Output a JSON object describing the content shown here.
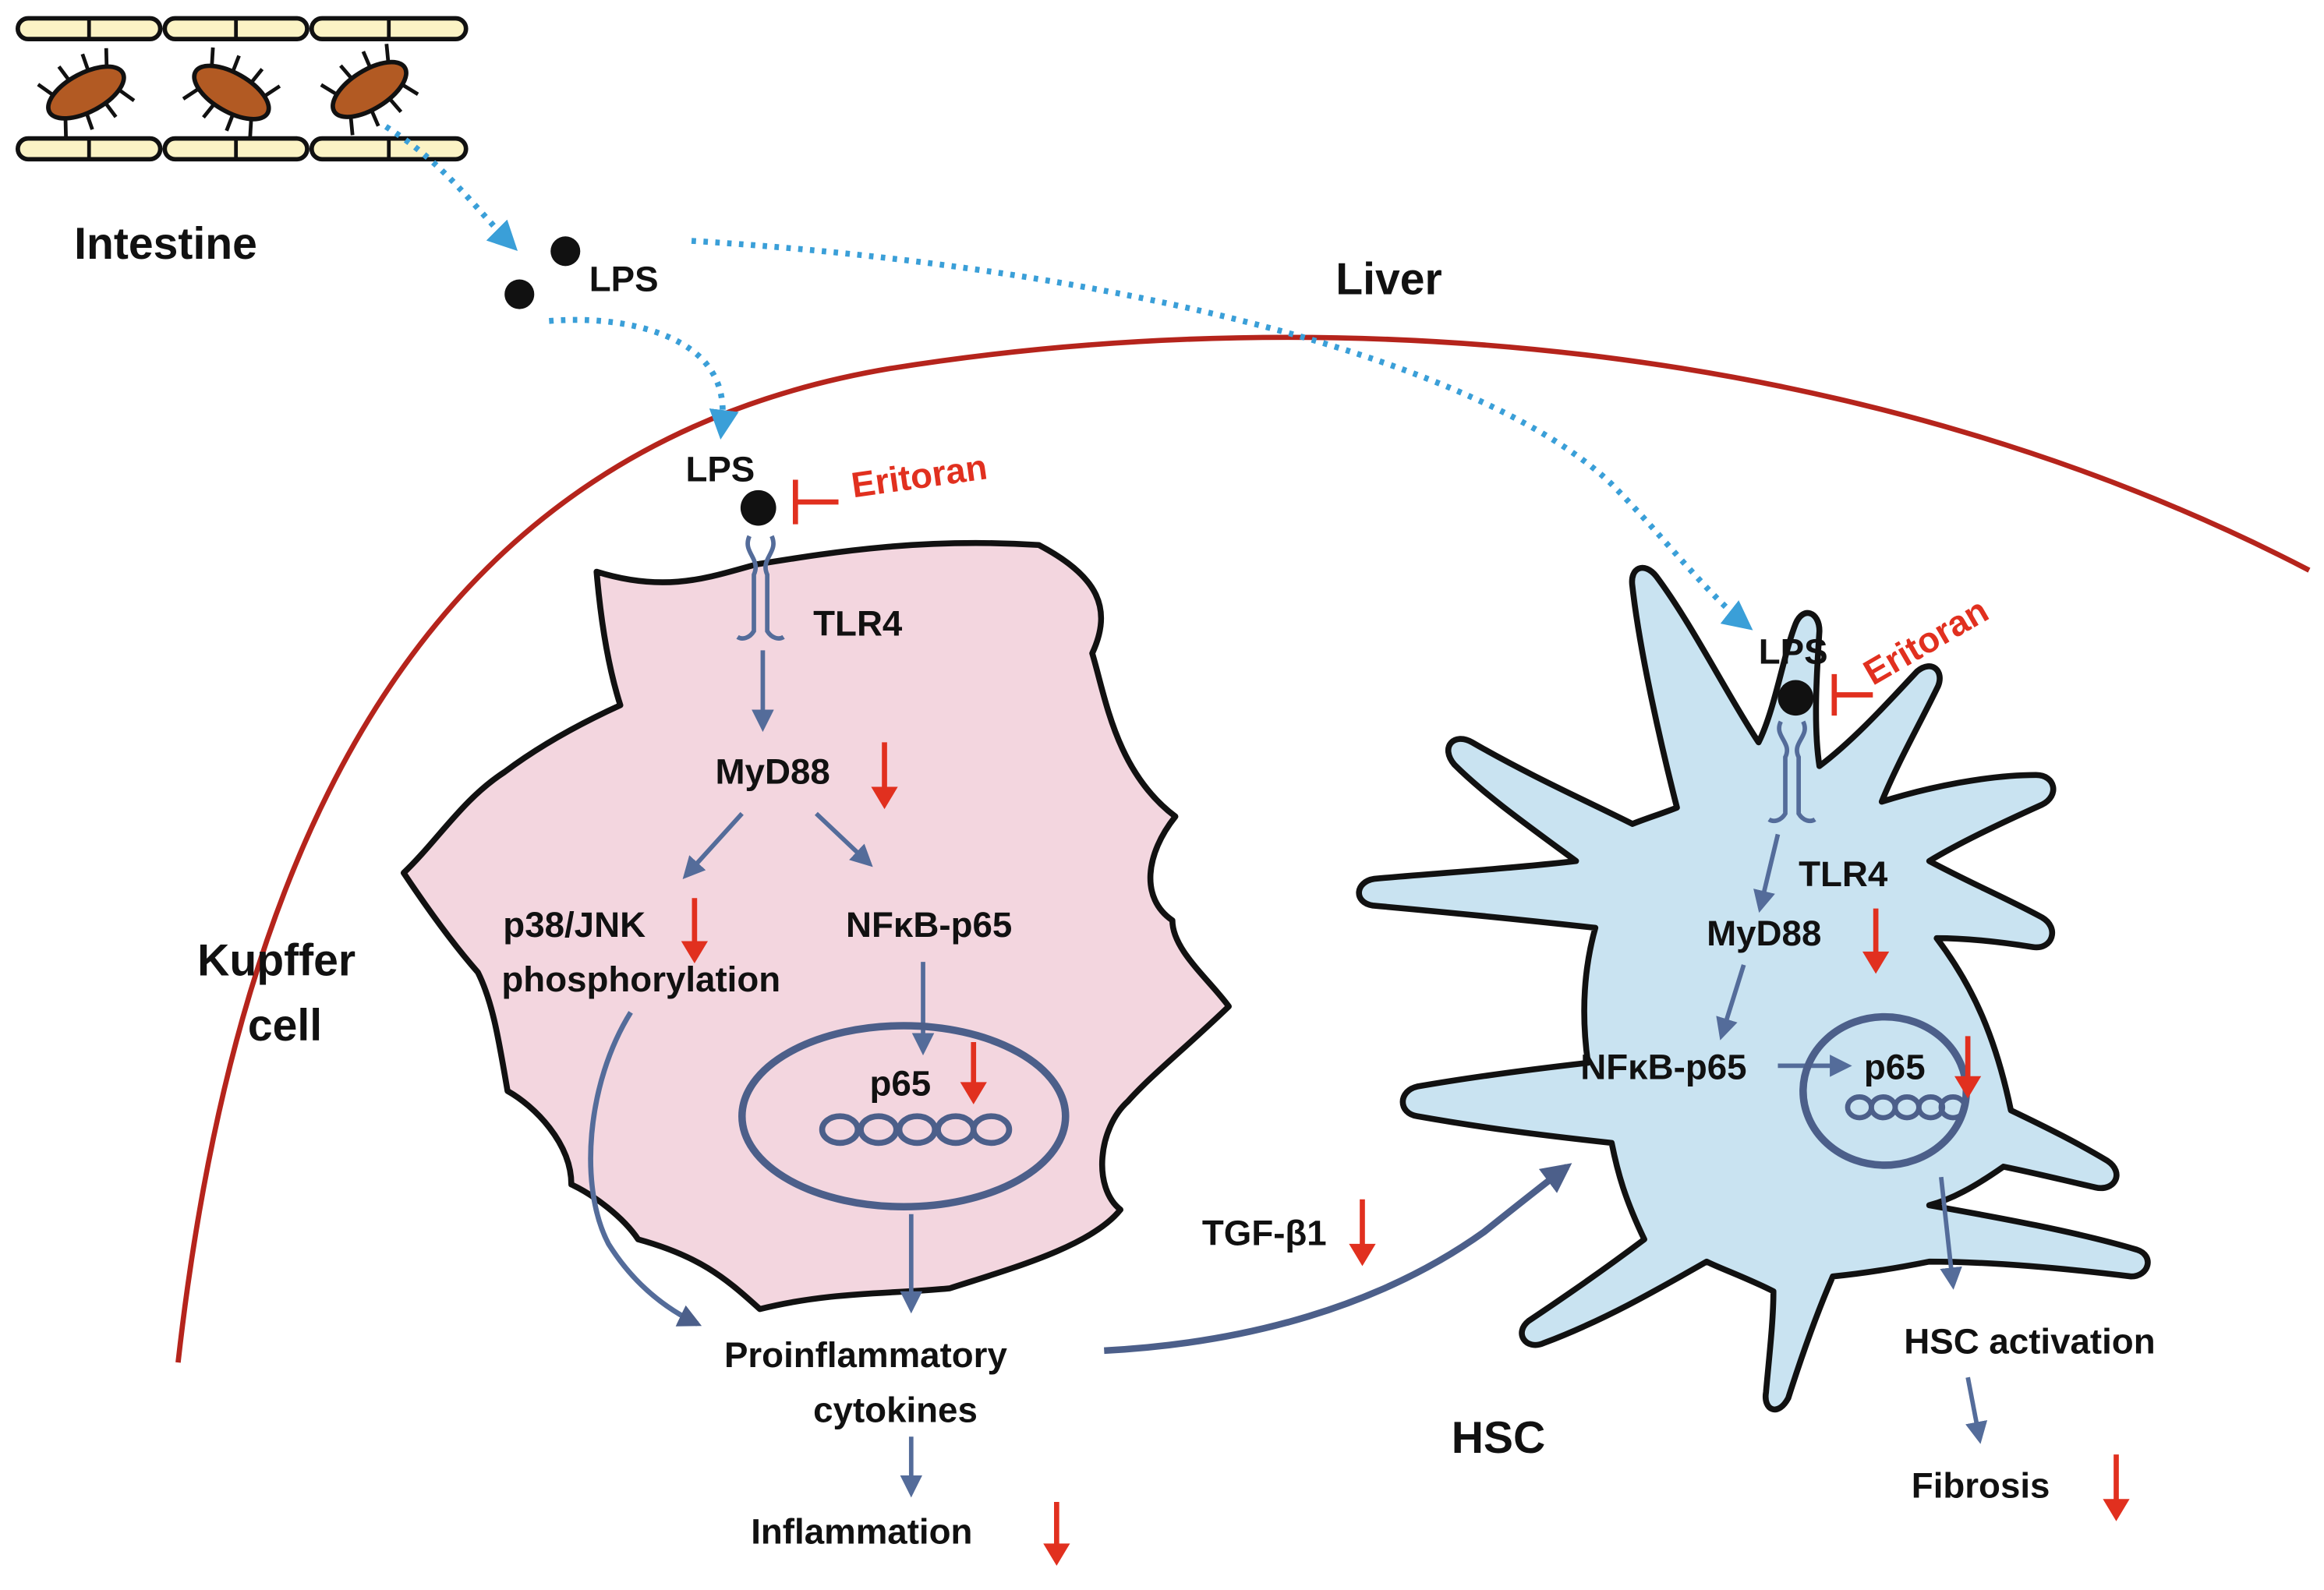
{
  "labels": {
    "intestine": "Intestine",
    "liver": "Liver",
    "lps_free": "LPS",
    "kupffer_lps": "LPS",
    "kupffer_eritoran": "Eritoran",
    "kupffer_tlr4": "TLR4",
    "kupffer_myd88": "MyD88",
    "kupffer_p38_line1": "p38/JNK",
    "kupffer_p38_line2": "phosphorylation",
    "kupffer_nfkb": "NFκB-p65",
    "kupffer_p65": "p65",
    "kupffer_cell_line1": "Kupffer",
    "kupffer_cell_line2": "cell",
    "cytokines_line1": "Proinflammatory",
    "cytokines_line2": "cytokines",
    "inflammation": "Inflammation",
    "tgf": "TGF-β1",
    "hsc_lps": "LPS",
    "hsc_eritoran": "Eritoran",
    "hsc_tlr4": "TLR4",
    "hsc_myd88": "MyD88",
    "hsc_nfkb": "NFκB-p65",
    "hsc_p65": "p65",
    "hsc": "HSC",
    "hsc_activation": "HSC activation",
    "fibrosis": "Fibrosis"
  },
  "colors": {
    "kupffer_fill": "#f3d6df",
    "hsc_fill": "#c9e3f1",
    "liver_boundary": "#b5241c",
    "pathway_arrow": "#546c9a",
    "decrease_arrow": "#e1301f",
    "inhibitor": "#e1301f",
    "lps_flow": "#3a9fd8",
    "bacteria": "#b25a23",
    "epithelium": "#fbf3c5"
  },
  "icons": {
    "decrease": "red-down-arrow-icon",
    "inhibit": "red-t-bar-inhibitor-icon",
    "receptor": "tlr4-receptor-icon",
    "lps": "lps-particle-icon",
    "bacteria": "gut-bacterium-icon",
    "dna": "dna-coil-icon"
  }
}
